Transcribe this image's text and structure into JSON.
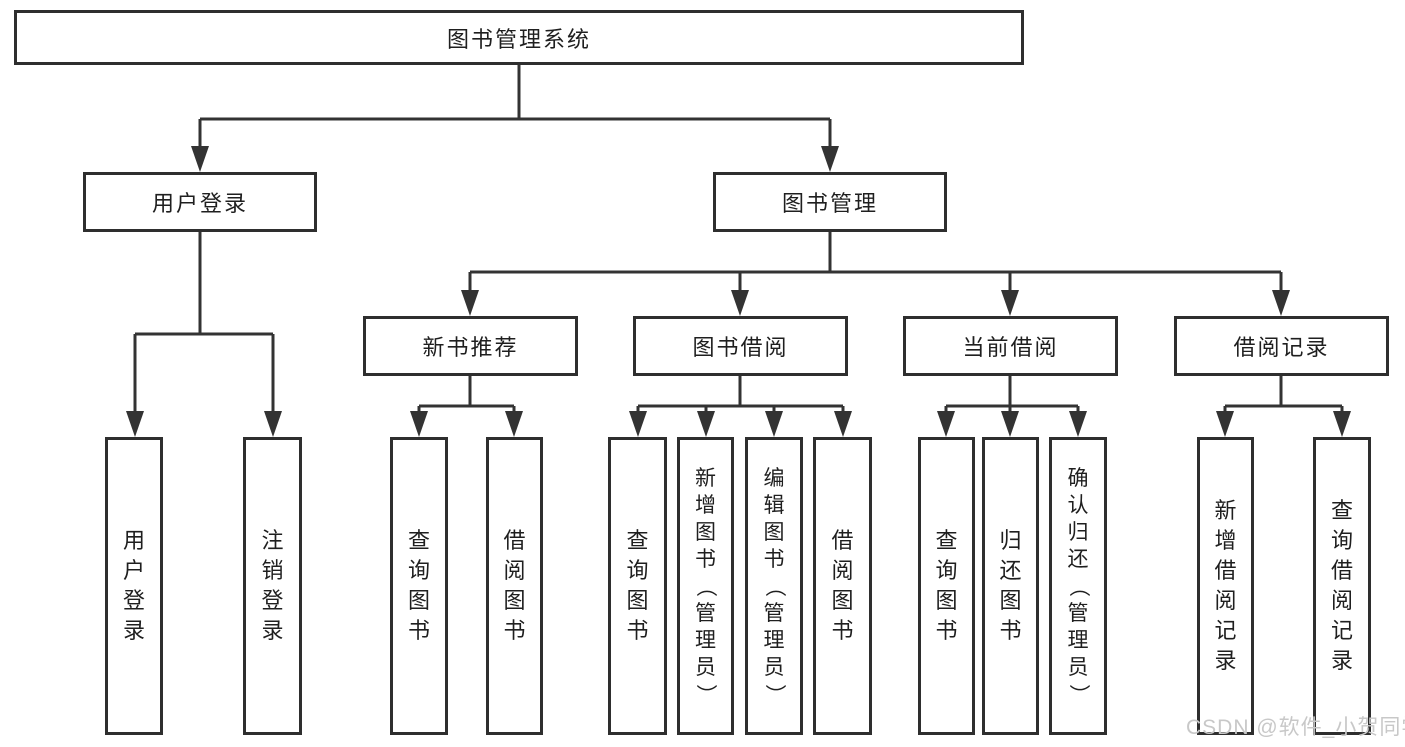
{
  "diagram": {
    "root": "图书管理系统",
    "branches": [
      {
        "label": "用户登录",
        "children": [
          {
            "label": "用户登录"
          },
          {
            "label": "注销登录"
          }
        ]
      },
      {
        "label": "图书管理",
        "sections": [
          {
            "label": "新书推荐",
            "children": [
              {
                "label": "查询图书"
              },
              {
                "label": "借阅图书"
              }
            ]
          },
          {
            "label": "图书借阅",
            "children": [
              {
                "label": "查询图书"
              },
              {
                "label": "新增图书（管理员）"
              },
              {
                "label": "编辑图书（管理员）"
              },
              {
                "label": "借阅图书"
              }
            ]
          },
          {
            "label": "当前借阅",
            "children": [
              {
                "label": "查询图书"
              },
              {
                "label": "归还图书"
              },
              {
                "label": "确认归还（管理员）"
              }
            ]
          },
          {
            "label": "借阅记录",
            "children": [
              {
                "label": "新增借阅记录"
              },
              {
                "label": "查询借阅记录"
              }
            ]
          }
        ]
      }
    ]
  },
  "watermark": "CSDN @软件_小贺同学",
  "colors": {
    "line": "#333333",
    "border": "#2e2e2e",
    "text": "#1f1f1f",
    "watermark": "#c8c8c8",
    "background": "#ffffff"
  }
}
